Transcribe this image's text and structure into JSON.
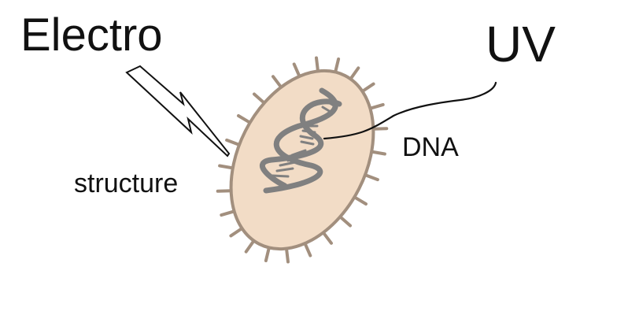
{
  "labels": {
    "electro": "Electro",
    "uv": "UV",
    "dna": "DNA",
    "structure": "structure"
  },
  "colors": {
    "cell_fill": "#f2dcc6",
    "cell_outline": "#a28f7e",
    "dna_strand": "#808080",
    "line": "#111111"
  },
  "icons": {
    "cell": "bacterium-icon",
    "helix": "dna-helix-icon",
    "bolt": "lightning-bolt-icon"
  }
}
